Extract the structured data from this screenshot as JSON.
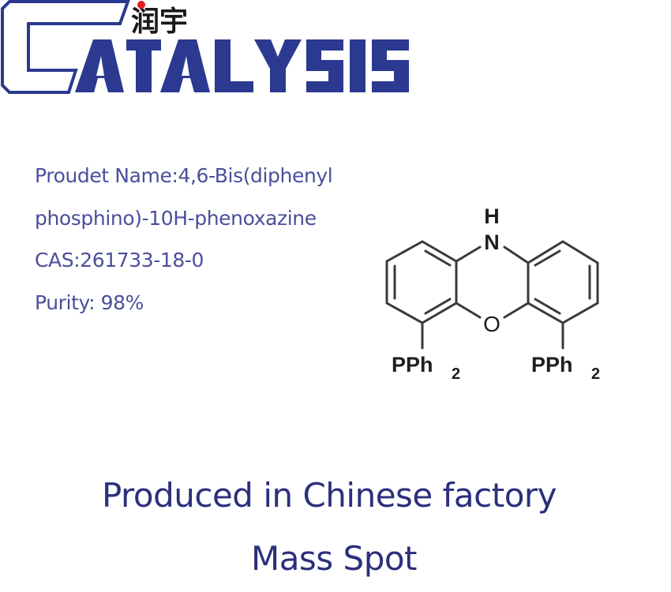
{
  "logo": {
    "brand_cn": "润宇",
    "brand_letter_c": "C",
    "brand_rest": "ATALYSIS",
    "brand_full": "CATALYSIS",
    "colors": {
      "primary": "#2b3990",
      "cn_text": "#1a1a1a",
      "dot": "#e02020"
    }
  },
  "product": {
    "name_line1": "Proudet Name:4,6-Bis(diphenyl",
    "name_line2": "phosphino)-10H-phenoxazine",
    "cas": "CAS:261733-18-0",
    "purity": "Purity: 98%",
    "text_color": "#4b4f9b"
  },
  "structure": {
    "label_h": "H",
    "label_n": "N",
    "label_o": "O",
    "label_pph2_left": "PPh",
    "label_pph2_right": "PPh",
    "subscript": "2"
  },
  "tagline": {
    "line1": "Produced in Chinese factory",
    "line2": "Mass Spot",
    "color": "#2b2f7c"
  }
}
